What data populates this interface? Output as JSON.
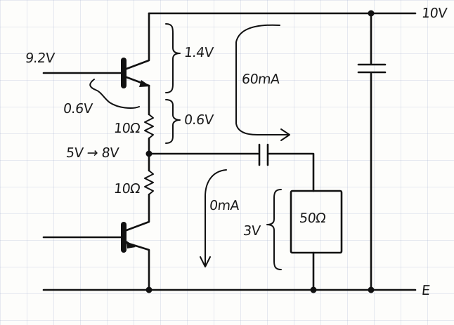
{
  "labels": {
    "supply_voltage": "10V",
    "input_voltage": "9.2V",
    "vbe_drop": "0.6V",
    "resistor_top": "10Ω",
    "resistor_bottom": "10Ω",
    "vce_top": "1.4V",
    "vr_drop": "0.6V",
    "midpoint_voltage": "5V → 8V",
    "current_right": "60mA",
    "current_load": "0mA",
    "load_resistance": "50Ω",
    "load_voltage": "3V",
    "ground": "E"
  },
  "colors": {
    "ink": "#111111",
    "paper": "#fdfdfb",
    "grid": "#b4c0d8"
  }
}
